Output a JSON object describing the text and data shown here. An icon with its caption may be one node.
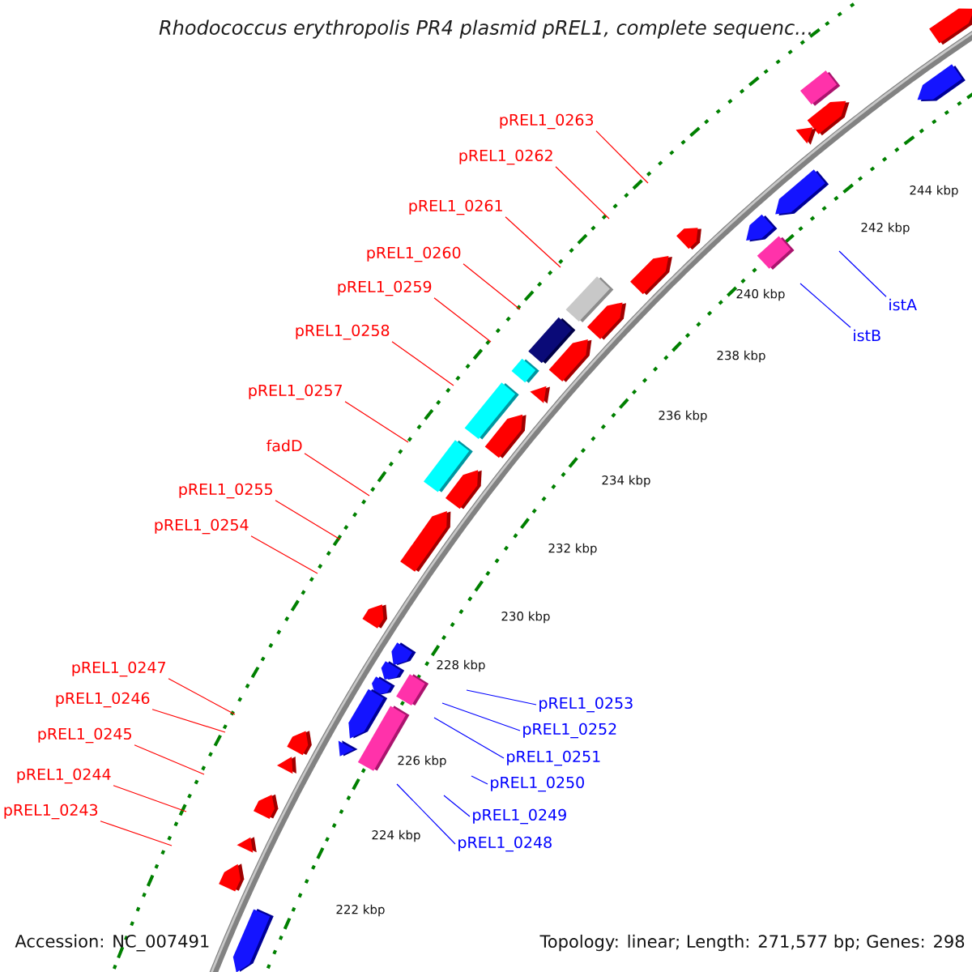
{
  "diagram": {
    "title": "Rhodococcus erythropolis PR4 plasmid pREL1, complete sequenc...",
    "nodes": [
      {
        "text": [
          "pREL1_0263"
        ]
      },
      {
        "text": [
          "pREL1_0262"
        ]
      },
      {
        "text": [
          "pREL1_0261"
        ]
      },
      {
        "text": [
          "pREL1_0260"
        ]
      },
      {
        "text": [
          "pREL1_0259"
        ]
      },
      {
        "text": [
          "pREL1_0258"
        ]
      },
      {
        "text": [
          "pREL1_0257"
        ]
      },
      {
        "text": [
          "fadD"
        ]
      },
      {
        "text": [
          "pREL1_0255"
        ]
      },
      {
        "text": [
          "pREL1_0254"
        ]
      },
      {
        "text": [
          "pREL1_0247"
        ]
      },
      {
        "text": [
          "pREL1_0246"
        ]
      },
      {
        "text": [
          "pREL1_0245"
        ]
      },
      {
        "text": [
          "pREL1_0244"
        ]
      },
      {
        "text": [
          "pREL1_0243"
        ]
      },
      {
        "text": [
          "istA"
        ]
      },
      {
        "text": [
          "istB"
        ]
      },
      {
        "text": [
          "pREL1_0253"
        ]
      },
      {
        "text": [
          "pREL1_0252"
        ]
      },
      {
        "text": [
          "pREL1_0251"
        ]
      },
      {
        "text": [
          "pREL1_0250"
        ]
      },
      {
        "text": [
          "pREL1_0249"
        ]
      },
      {
        "text": [
          "pREL1_0248"
        ]
      }
    ],
    "edges": [
      {
        "from": 0,
        "to": null,
        "arrow": "none"
      },
      {
        "from": 1,
        "to": null,
        "arrow": "none"
      },
      {
        "from": 2,
        "to": null,
        "arrow": "none"
      },
      {
        "from": 3,
        "to": null,
        "arrow": "none"
      },
      {
        "from": 4,
        "to": null,
        "arrow": "none"
      },
      {
        "from": 5,
        "to": null,
        "arrow": "none"
      },
      {
        "from": 6,
        "to": null,
        "arrow": "none"
      },
      {
        "from": 7,
        "to": null,
        "arrow": "none"
      },
      {
        "from": 8,
        "to": null,
        "arrow": "none"
      },
      {
        "from": 9,
        "to": null,
        "arrow": "none"
      },
      {
        "from": 10,
        "to": null,
        "arrow": "none"
      },
      {
        "from": 11,
        "to": null,
        "arrow": "none"
      },
      {
        "from": 12,
        "to": null,
        "arrow": "none"
      },
      {
        "from": 13,
        "to": null,
        "arrow": "none"
      },
      {
        "from": 14,
        "to": null,
        "arrow": "none"
      },
      {
        "from": 15,
        "to": null,
        "arrow": "none",
        "color": "#0000ff"
      },
      {
        "from": 16,
        "to": null,
        "arrow": "none",
        "color": "#0000ff"
      },
      {
        "from": 17,
        "to": null,
        "arrow": "none",
        "color": "#0000ff"
      },
      {
        "from": 18,
        "to": null,
        "arrow": "none",
        "color": "#0000ff"
      },
      {
        "from": 19,
        "to": null,
        "arrow": "none",
        "color": "#0000ff"
      },
      {
        "from": 20,
        "to": null,
        "arrow": "none",
        "color": "#0000ff"
      },
      {
        "from": 21,
        "to": null,
        "arrow": "none",
        "color": "#0000ff"
      },
      {
        "from": 22,
        "to": null,
        "arrow": "none",
        "color": "#0000ff"
      }
    ],
    "labels": [
      "244 kbp",
      "242 kbp",
      "240 kbp",
      "238 kbp",
      "236 kbp",
      "234 kbp",
      "232 kbp",
      "230 kbp",
      "228 kbp",
      "226 kbp",
      "224 kbp",
      "222 kbp",
      "Accession: NC_007491",
      "Topology: linear; Length: 271,577 bp; Genes: 298"
    ]
  }
}
